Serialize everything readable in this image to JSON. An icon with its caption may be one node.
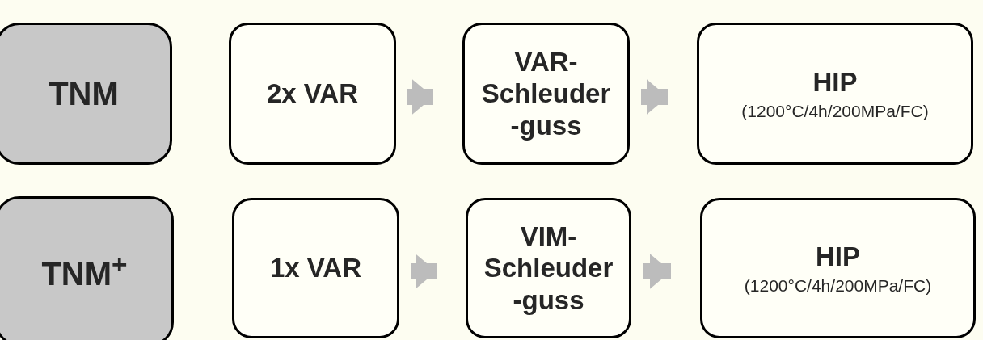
{
  "diagram": {
    "nodes": [
      {
        "text": [
          "TNM"
        ]
      },
      {
        "text": [
          "2x VAR"
        ]
      },
      {
        "text": [
          "VAR- Schleuder -guss"
        ]
      },
      {
        "text": [
          "HIP",
          "(1200°C/4h/200MPa/FC)"
        ]
      },
      {
        "text": [
          "TNM$^{+}$"
        ]
      },
      {
        "text": [
          "1x VAR"
        ]
      },
      {
        "text": [
          "VIM- Schleuder -guss"
        ]
      },
      {
        "text": [
          "HIP",
          "(1200°C/4h/200MPa/FC)"
        ]
      }
    ],
    "edges": [
      {
        "from": 1,
        "to": 2,
        "arrow": "to"
      },
      {
        "from": 2,
        "to": 3,
        "arrow": "to"
      },
      {
        "from": 5,
        "to": 6,
        "arrow": "to"
      },
      {
        "from": 6,
        "to": 7,
        "arrow": "to"
      }
    ]
  }
}
